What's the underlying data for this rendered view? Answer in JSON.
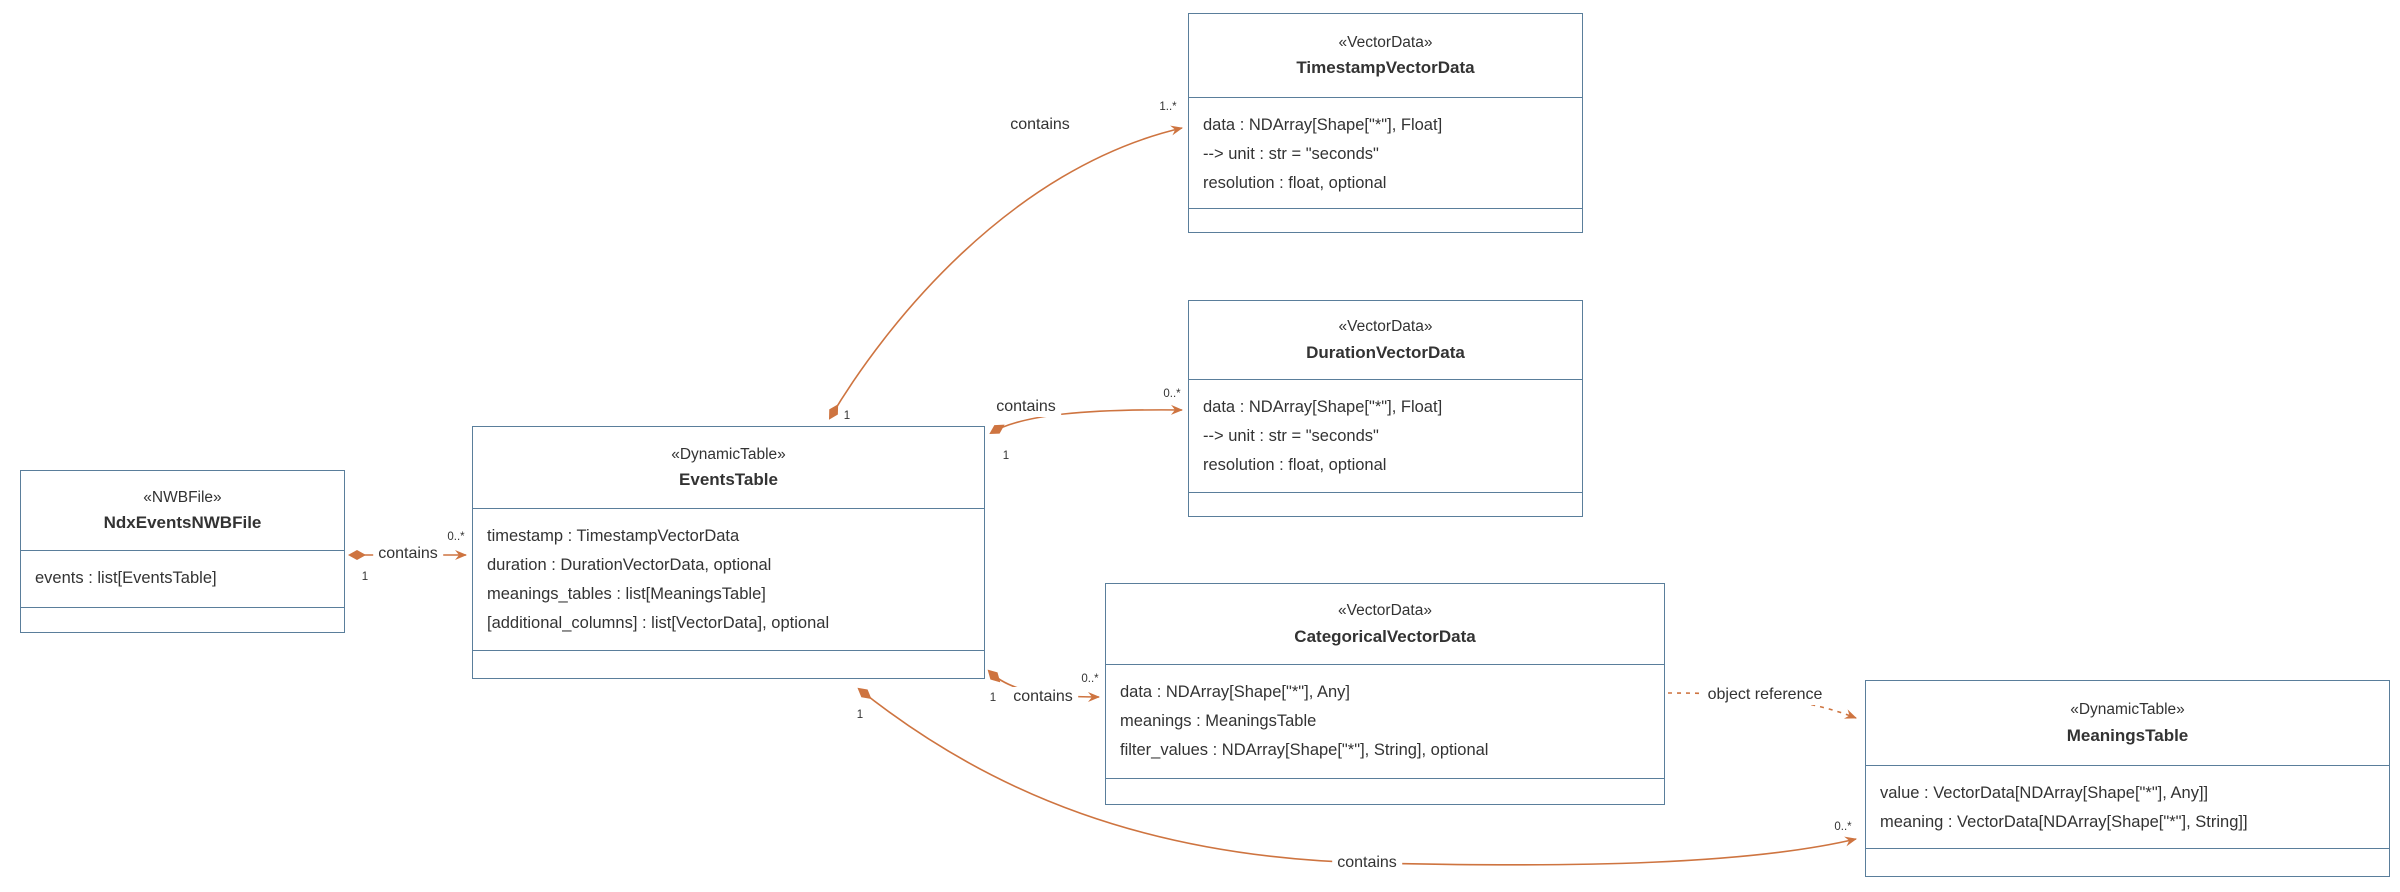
{
  "colors": {
    "accent": "#ce7440",
    "line": "#5a7e9b",
    "text": "#333333",
    "bg": "#ffffff"
  },
  "classes": {
    "nwbfile": {
      "stereotype": "«NWBFile»",
      "name": "NdxEventsNWBFile",
      "attributes": [
        "events : list[EventsTable]"
      ]
    },
    "events_table": {
      "stereotype": "«DynamicTable»",
      "name": "EventsTable",
      "attributes": [
        "timestamp : TimestampVectorData",
        "duration : DurationVectorData, optional",
        "meanings_tables : list[MeaningsTable]",
        "[additional_columns] : list[VectorData], optional"
      ]
    },
    "timestamp_vector_data": {
      "stereotype": "«VectorData»",
      "name": "TimestampVectorData",
      "attributes": [
        "data : NDArray[Shape[\"*\"], Float]",
        "--> unit : str = \"seconds\"",
        "resolution : float, optional"
      ]
    },
    "duration_vector_data": {
      "stereotype": "«VectorData»",
      "name": "DurationVectorData",
      "attributes": [
        "data : NDArray[Shape[\"*\"], Float]",
        "--> unit : str = \"seconds\"",
        "resolution : float, optional"
      ]
    },
    "categorical_vector_data": {
      "stereotype": "«VectorData»",
      "name": "CategoricalVectorData",
      "attributes": [
        "data : NDArray[Shape[\"*\"], Any]",
        "meanings : MeaningsTable",
        "filter_values : NDArray[Shape[\"*\"], String], optional"
      ]
    },
    "meanings_table": {
      "stereotype": "«DynamicTable»",
      "name": "MeaningsTable",
      "attributes": [
        "value : VectorData[NDArray[Shape[\"*\"], Any]]",
        "meaning : VectorData[NDArray[Shape[\"*\"], String]]"
      ]
    }
  },
  "edges": {
    "nwbfile_events": {
      "label": "contains",
      "type": "composition",
      "source_multiplicity": "1",
      "target_multiplicity": "0..*"
    },
    "events_timestamp": {
      "label": "contains",
      "type": "composition",
      "source_multiplicity": "1",
      "target_multiplicity": "1..*"
    },
    "events_duration": {
      "label": "contains",
      "type": "composition",
      "source_multiplicity": "1",
      "target_multiplicity": "0..*"
    },
    "events_categorical": {
      "label": "contains",
      "type": "composition",
      "source_multiplicity": "1",
      "target_multiplicity": "0..*"
    },
    "events_meanings": {
      "label": "contains",
      "type": "composition",
      "source_multiplicity": "1",
      "target_multiplicity": "0..*"
    },
    "categorical_meanings": {
      "label": "object reference",
      "type": "dashed-reference"
    }
  }
}
